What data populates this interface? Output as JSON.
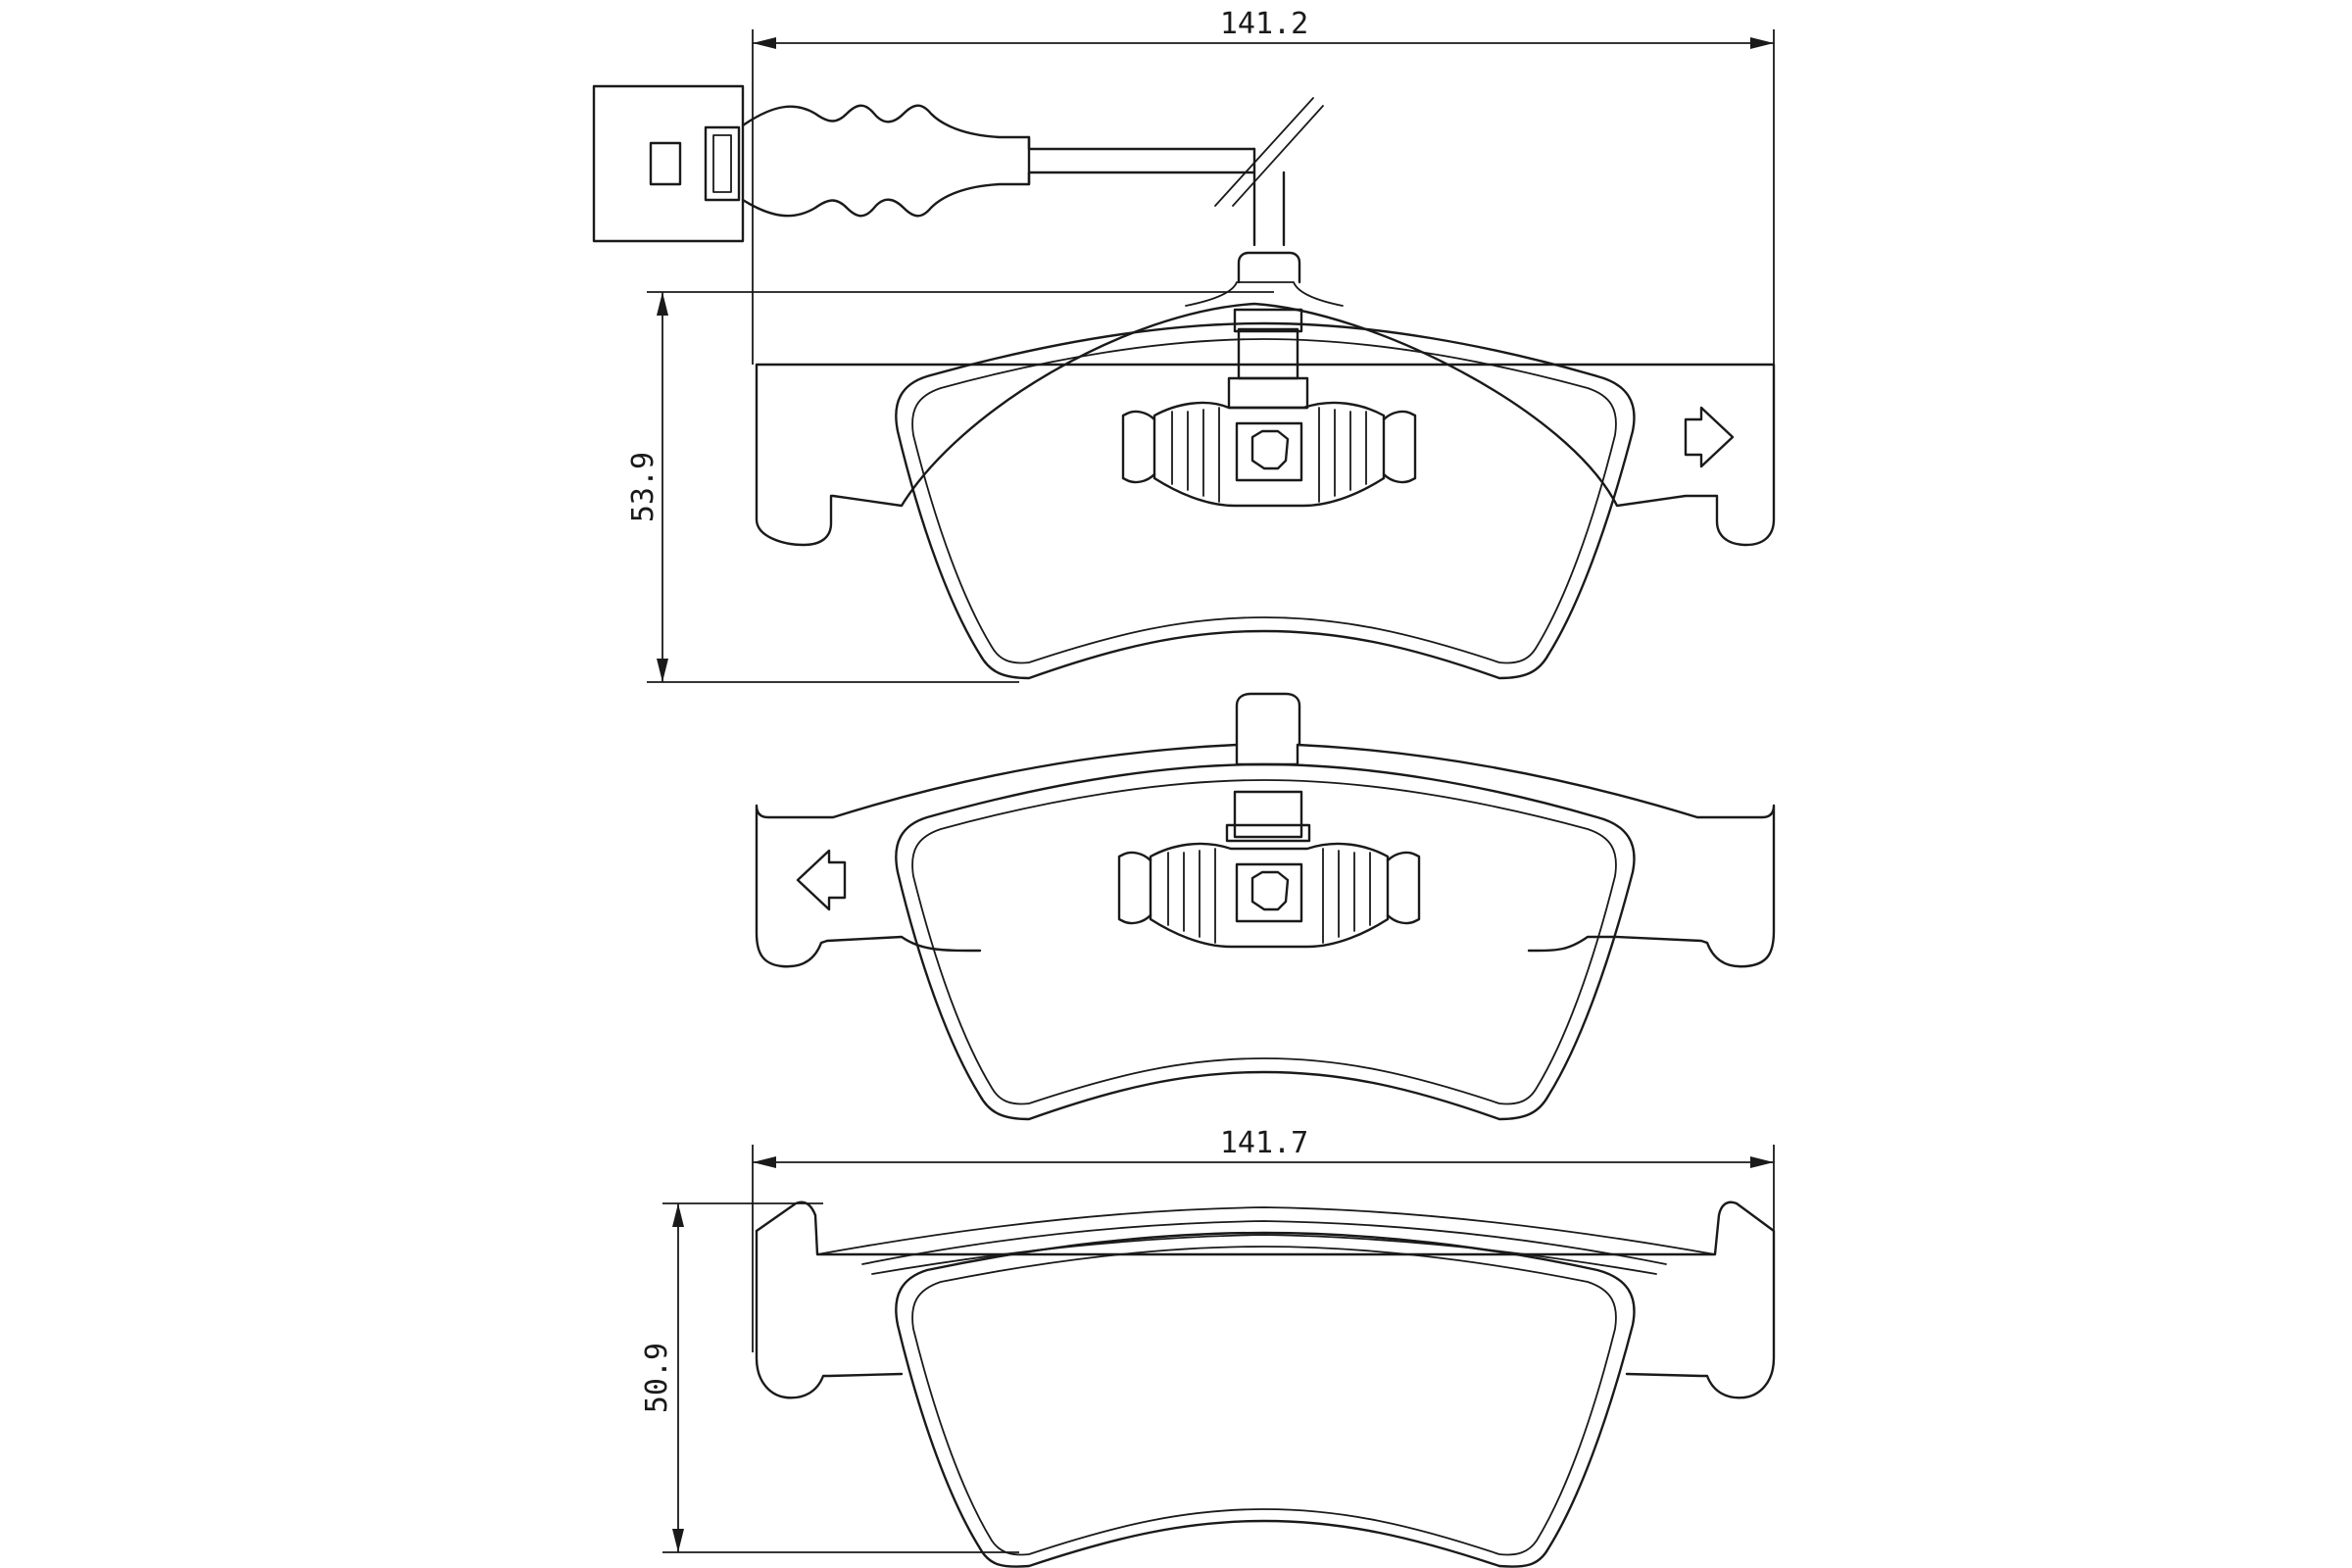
{
  "dimensions": {
    "top_width": "141.2",
    "top_height": "53.9",
    "bottom_width": "141.7",
    "bottom_height": "50.9"
  },
  "colors": {
    "line": "#1a1a1a",
    "background": "#ffffff"
  }
}
